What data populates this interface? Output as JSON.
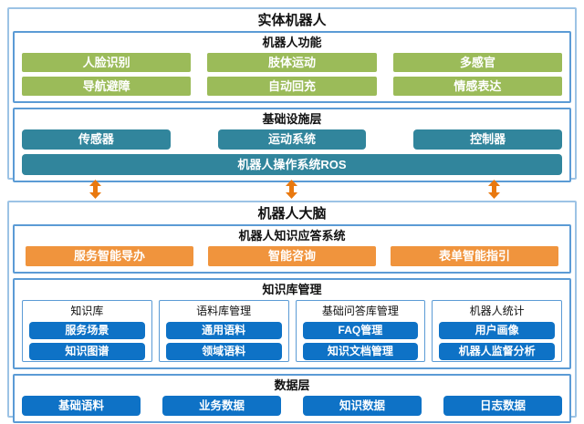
{
  "colors": {
    "outer-border": "#9CC3E5",
    "inner-border": "#5B9BD5",
    "green": "#9BBB59",
    "teal": "#31859C",
    "orange": "#F0943D",
    "blue": "#0E72C6",
    "arrow": "#E9790F"
  },
  "physical_robot": {
    "title": "实体机器人",
    "functions": {
      "title": "机器人功能",
      "items": [
        "人脸识别",
        "肢体运动",
        "多感官",
        "导航避障",
        "自动回充",
        "情感表达"
      ]
    },
    "infrastructure": {
      "title": "基础设施层",
      "items": [
        "传感器",
        "运动系统",
        "控制器"
      ],
      "os_bar": "机器人操作系统ROS"
    }
  },
  "robot_brain": {
    "title": "机器人大脑",
    "qa_system": {
      "title": "机器人知识应答系统",
      "items": [
        "服务智能导办",
        "智能咨询",
        "表单智能指引"
      ]
    },
    "knowledge_management": {
      "title": "知识库管理",
      "groups": [
        {
          "title": "知识库",
          "items": [
            "服务场景",
            "知识图谱"
          ]
        },
        {
          "title": "语料库管理",
          "items": [
            "通用语料",
            "领域语料"
          ]
        },
        {
          "title": "基础问答库管理",
          "items": [
            "FAQ管理",
            "知识文档管理"
          ]
        },
        {
          "title": "机器人统计",
          "items": [
            "用户画像",
            "机器人监督分析"
          ]
        }
      ]
    },
    "data_layer": {
      "title": "数据层",
      "items": [
        "基础语料",
        "业务数据",
        "知识数据",
        "日志数据"
      ]
    }
  }
}
